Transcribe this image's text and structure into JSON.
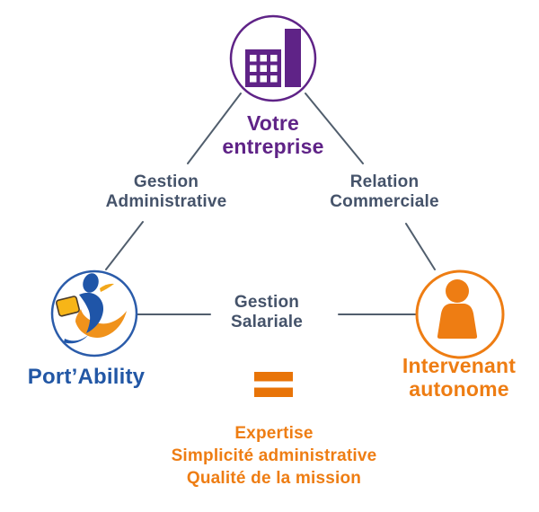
{
  "diagram": {
    "nodes": {
      "entreprise": {
        "line1": "Votre",
        "line2": "entreprise",
        "color": "#5f2387",
        "icon": "building-icon"
      },
      "portability": {
        "label": "Port’Ability",
        "color": "#2257a5",
        "icon": "portability-logo-icon"
      },
      "intervenant": {
        "line1": "Intervenant",
        "line2": "autonome",
        "color": "#ee7d13",
        "icon": "person-icon"
      }
    },
    "edges": {
      "gestion_administrative": {
        "line1": "Gestion",
        "line2": "Administrative"
      },
      "relation_commerciale": {
        "line1": "Relation",
        "line2": "Commerciale"
      },
      "gestion_salariale": {
        "line1": "Gestion",
        "line2": "Salariale"
      }
    },
    "equivalence": {
      "symbol": "=",
      "items": [
        "Expertise",
        "Simplicité administrative",
        "Qualité de la mission"
      ]
    },
    "colors": {
      "purple": "#5f2387",
      "blue": "#2257a5",
      "orange": "#ee7d13",
      "equals_orange": "#e87408",
      "label_slate": "#45536a",
      "line_gray": "#515e6d"
    }
  }
}
